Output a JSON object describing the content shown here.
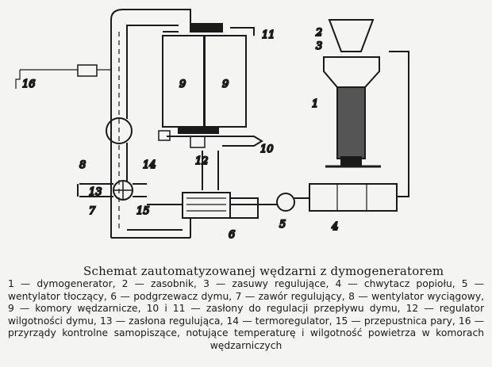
{
  "diagram": {
    "labels": {
      "l1": "1",
      "l2": "2",
      "l3": "3",
      "l4": "4",
      "l5": "5",
      "l6": "6",
      "l7": "7",
      "l8": "8",
      "l9a": "9",
      "l9b": "9",
      "l10": "10",
      "l11": "11",
      "l12": "12",
      "l13": "13",
      "l14": "14",
      "l15": "15",
      "l16": "16"
    }
  },
  "caption": {
    "title": "Schemat zautomatyzowanej wędzarni z dymogeneratorem",
    "body": "1 — dymogenerator, 2 — zasobnik, 3 — zasuwy regulujące, 4 — chwytacz popiołu, 5 — wentylator tłoczący, 6 — podgrzewacz dymu, 7 — zawór regulujący, 8 — wentylator wyciągowy, 9 — komory wędzarnicze, 10 i 11 — zasłony do regulacji przepływu dymu, 12 — regulator wilgotności dymu, 13 — zasłona regulująca, 14 — termoregulator, 15 — przepustnica pary, 16 — przyrządy kontrolne samopiszące, notujące temperaturę i wilgotność powietrza w komorach wędzarniczych"
  }
}
